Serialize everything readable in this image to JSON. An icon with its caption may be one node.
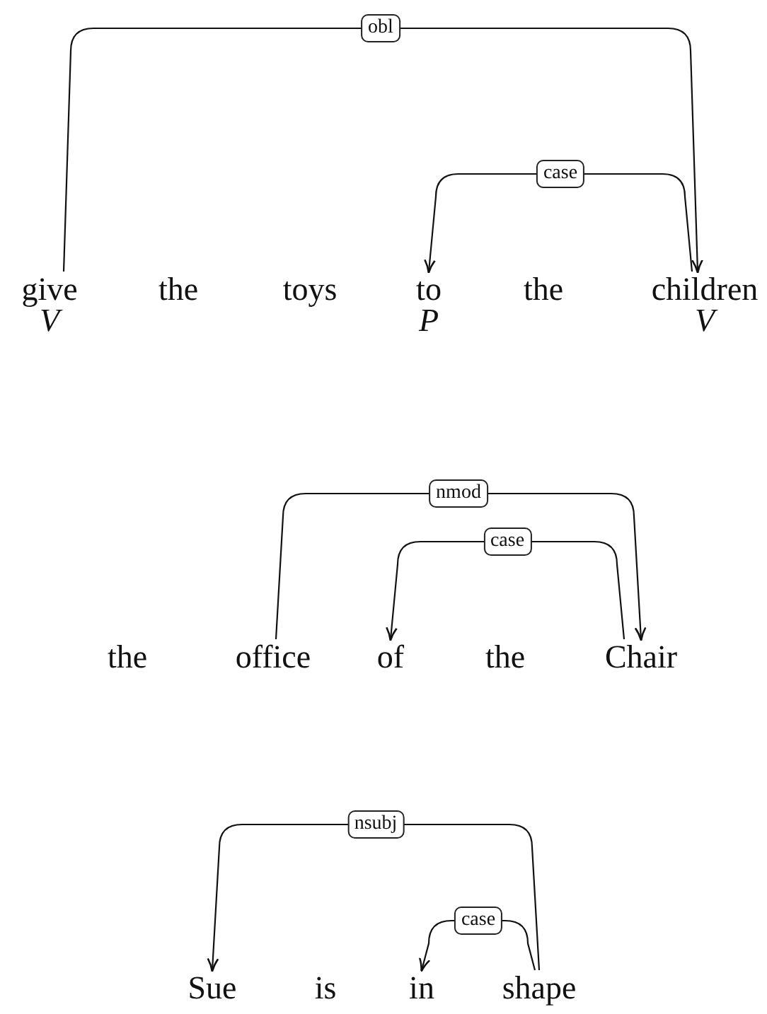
{
  "diagram": {
    "nodes": [
      {
        "text": [
          "give",
          "V"
        ]
      },
      {
        "text": [
          "to",
          "P"
        ]
      },
      {
        "text": [
          "children",
          "V"
        ]
      },
      {
        "text": [
          "office"
        ]
      },
      {
        "text": [
          "of"
        ]
      },
      {
        "text": [
          "Chair"
        ]
      },
      {
        "text": [
          "Sue"
        ]
      },
      {
        "text": [
          "in"
        ]
      },
      {
        "text": [
          "shape"
        ]
      }
    ],
    "edges": [
      {
        "from": 0,
        "to": 2,
        "arrow": "to",
        "label": "obl"
      },
      {
        "from": 2,
        "to": 1,
        "arrow": "to",
        "label": "case"
      },
      {
        "from": 3,
        "to": 5,
        "arrow": "to",
        "label": "nmod"
      },
      {
        "from": 5,
        "to": 4,
        "arrow": "to",
        "label": "case"
      },
      {
        "from": 8,
        "to": 6,
        "arrow": "to",
        "label": "nsubj"
      },
      {
        "from": 8,
        "to": 7,
        "arrow": "to",
        "label": "case"
      }
    ],
    "labels": [
      "the",
      "toys",
      "the",
      "the",
      "the",
      "is"
    ]
  }
}
